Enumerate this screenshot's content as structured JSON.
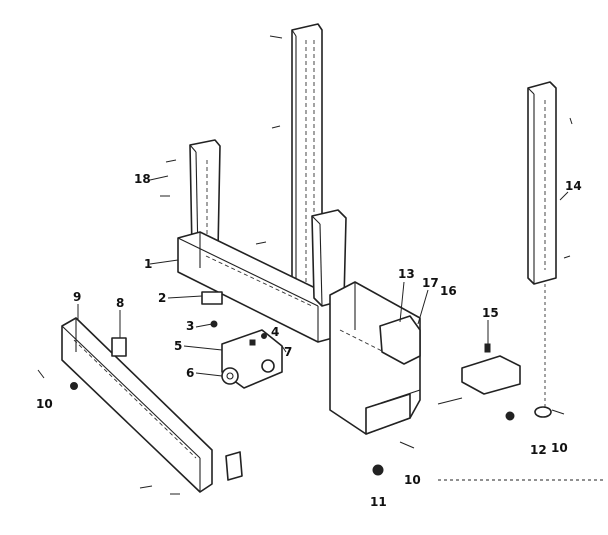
{
  "callouts": [
    {
      "id": "c1",
      "text": "1"
    },
    {
      "id": "c2",
      "text": "2"
    },
    {
      "id": "c3",
      "text": "3"
    },
    {
      "id": "c4",
      "text": "4"
    },
    {
      "id": "c5",
      "text": "5"
    },
    {
      "id": "c6",
      "text": "6"
    },
    {
      "id": "c7",
      "text": "7"
    },
    {
      "id": "c8",
      "text": "8"
    },
    {
      "id": "c9",
      "text": "9"
    },
    {
      "id": "c10a",
      "text": "10"
    },
    {
      "id": "c10b",
      "text": "10"
    },
    {
      "id": "c10c",
      "text": "10"
    },
    {
      "id": "c11",
      "text": "11"
    },
    {
      "id": "c12",
      "text": "12"
    },
    {
      "id": "c13",
      "text": "13"
    },
    {
      "id": "c14",
      "text": "14"
    },
    {
      "id": "c15",
      "text": "15"
    },
    {
      "id": "c16",
      "text": "16"
    },
    {
      "id": "c17",
      "text": "17"
    },
    {
      "id": "c18",
      "text": "18"
    }
  ]
}
